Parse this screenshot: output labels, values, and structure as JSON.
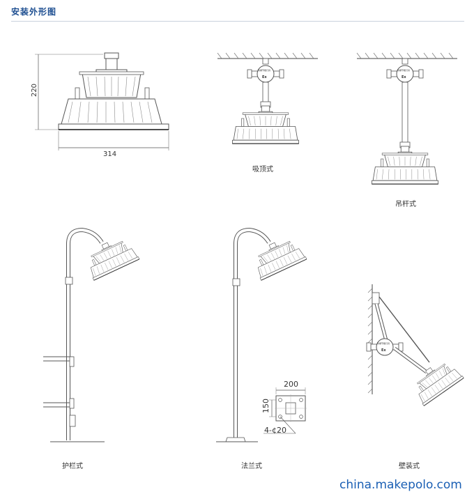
{
  "title": "安装外形图",
  "dimensions": {
    "height": "220",
    "width": "314",
    "flange_w": "200",
    "flange_h": "150",
    "holes": "4-¢20"
  },
  "badge": {
    "text": "Ex",
    "mini": "防爆节能灯具"
  },
  "captions": {
    "ceiling": "吸顶式",
    "pendant": "吊杆式",
    "guardrail": "护栏式",
    "flange": "法兰式",
    "wall": "壁装式"
  },
  "watermark": "china.makepolo.com"
}
